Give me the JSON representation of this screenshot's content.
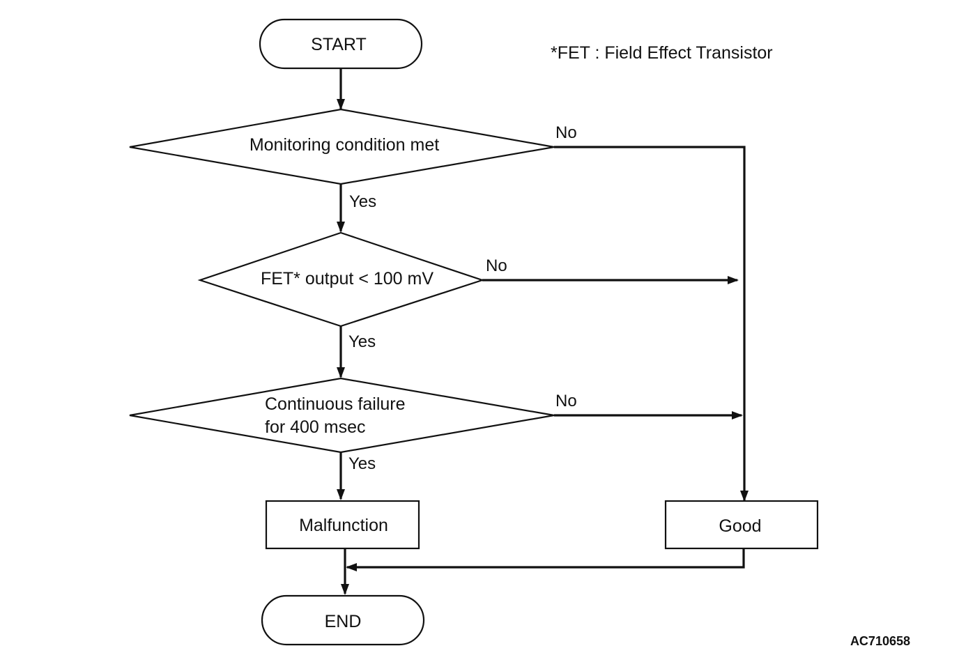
{
  "note": "*FET : Field Effect Transistor",
  "nodes": {
    "start": "START",
    "decision1": "Monitoring condition met",
    "decision2": "FET* output < 100 mV",
    "decision3_line1": "Continuous failure",
    "decision3_line2": "for 400 msec",
    "malfunction": "Malfunction",
    "good": "Good",
    "end": "END"
  },
  "branches": {
    "d1_no": "No",
    "d1_yes": "Yes",
    "d2_no": "No",
    "d2_yes": "Yes",
    "d3_no": "No",
    "d3_yes": "Yes"
  },
  "figure_id": "AC710658"
}
